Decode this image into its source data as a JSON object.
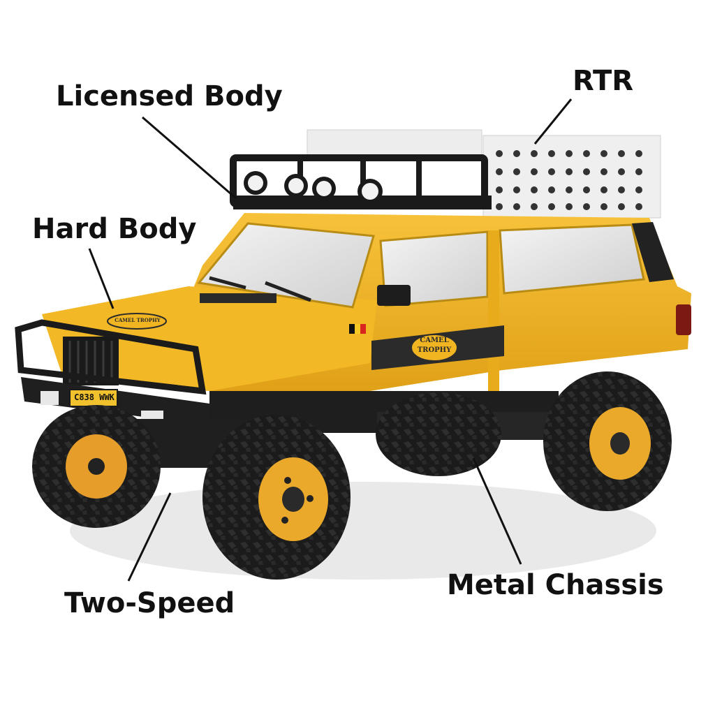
{
  "labels": {
    "licensed_body": "Licensed Body",
    "rtr": "RTR",
    "hard_body": "Hard Body",
    "two_speed": "Two-Speed",
    "metal_chassis": "Metal Chassis"
  },
  "vehicle": {
    "license_plate": "C838 WWK",
    "door_logo_line1": "CAMEL",
    "door_logo_line2": "TROPHY",
    "hood_logo": "CAMEL TROPHY"
  },
  "colors": {
    "body_yellow": "#f2b522",
    "stripe_dark": "#2b2b2b",
    "wheel_yellow": "#eaa92a",
    "tire_black": "#1c1c1c",
    "rack_black": "#1a1a1a",
    "ladder_white": "#ececec"
  }
}
